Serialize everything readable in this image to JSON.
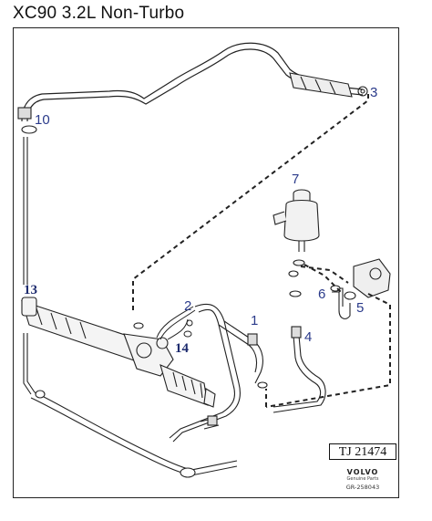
{
  "title": "XC90 3.2L Non-Turbo",
  "callouts": {
    "c1": "1",
    "c2": "2",
    "c3": "3",
    "c4": "4",
    "c5": "5",
    "c6": "6",
    "c7": "7",
    "c10": "10",
    "c13": "13",
    "c14": "14"
  },
  "reference_code": "TJ 21474",
  "brand": {
    "name": "VOLVO",
    "subtitle": "Genuine Parts",
    "part_number": "GR-258043"
  },
  "colors": {
    "callout": "#2a3a8a",
    "line": "#222222"
  }
}
